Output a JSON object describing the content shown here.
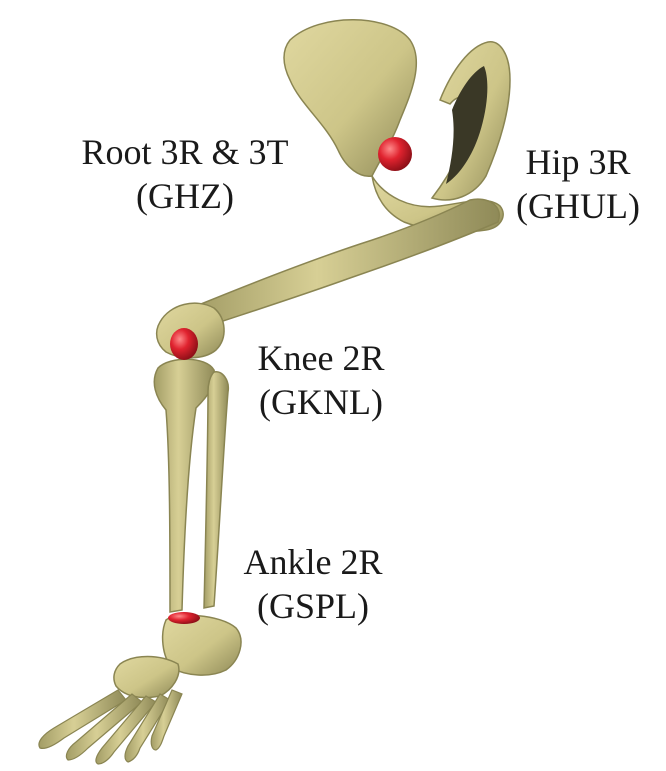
{
  "colors": {
    "bone": "#cdc588",
    "bone_shadow": "#9c9660",
    "bone_dark": "#6f6b45",
    "joint": "#d8202c",
    "text": "#1a1a1a"
  },
  "labels": {
    "root": {
      "line1": "Root 3R & 3T",
      "line2": "(GHZ)"
    },
    "hip": {
      "line1": "Hip 3R",
      "line2": "(GHUL)"
    },
    "knee": {
      "line1": "Knee 2R",
      "line2": "(GKNL)"
    },
    "ankle": {
      "line1": "Ankle 2R",
      "line2": "(GSPL)"
    }
  }
}
